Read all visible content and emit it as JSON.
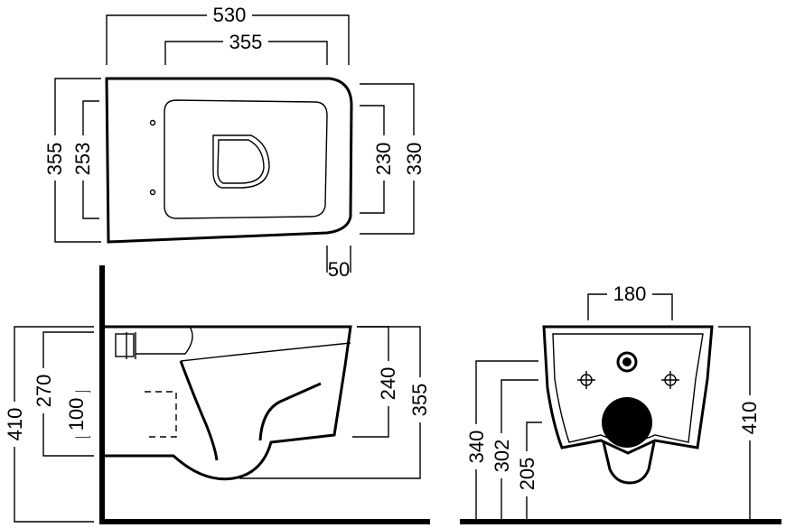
{
  "top_view": {
    "overall_width": "530",
    "seat_width": "355",
    "overall_depth": "355",
    "inner_depth": "253",
    "seat_depth": "230",
    "back_depth": "330",
    "front_offset": "50"
  },
  "side_view": {
    "total_height": "410",
    "bowl_height": "270",
    "inlet_height": "100",
    "rim_height": "240",
    "front_height": "355"
  },
  "rear_view": {
    "bolt_spacing": "180",
    "total_height": "410",
    "height_a": "340",
    "height_b": "302",
    "height_c": "205"
  }
}
